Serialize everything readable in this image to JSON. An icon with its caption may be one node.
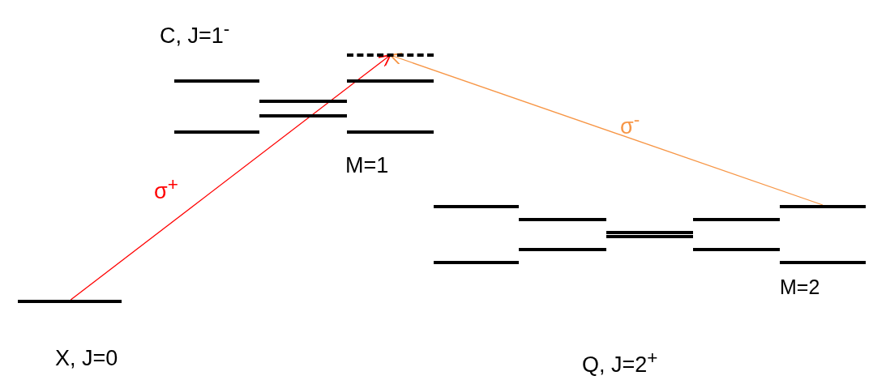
{
  "diagram": {
    "nodes": [
      {
        "text": [],
        "shape": "bar"
      },
      {
        "text": [],
        "shape": "bar"
      },
      {
        "text": [],
        "shape": "bar"
      },
      {
        "text": [],
        "shape": "bar"
      },
      {
        "text": [],
        "shape": "bar"
      },
      {
        "text": [],
        "shape": "bar"
      },
      {
        "text": [],
        "shape": "bar"
      },
      {
        "text": [],
        "shape": "bar"
      },
      {
        "text": [],
        "shape": "bar"
      },
      {
        "text": [],
        "shape": "bar"
      },
      {
        "text": [],
        "shape": "bar"
      },
      {
        "text": [],
        "shape": "bar"
      },
      {
        "text": [],
        "shape": "bar"
      },
      {
        "text": [],
        "shape": "bar"
      },
      {
        "text": [],
        "shape": "bar"
      },
      {
        "text": [],
        "shape": "bar"
      },
      {
        "text": [],
        "shape": "bar"
      },
      {
        "text": [],
        "shape": "bar"
      }
    ],
    "edges": [
      {
        "from": 7,
        "to": 4,
        "arrow": "to",
        "label": "σ$^{+}$",
        "color": "#ff0000"
      },
      {
        "from": 16,
        "to": 4,
        "arrow": "to",
        "label": "σ$^{-}$",
        "color": "#f79646"
      }
    ],
    "labels": [
      "C, J=1$^{-}$",
      "M=1",
      "M=2",
      "X, J=0",
      "Q, J=2$^{+}$"
    ]
  }
}
